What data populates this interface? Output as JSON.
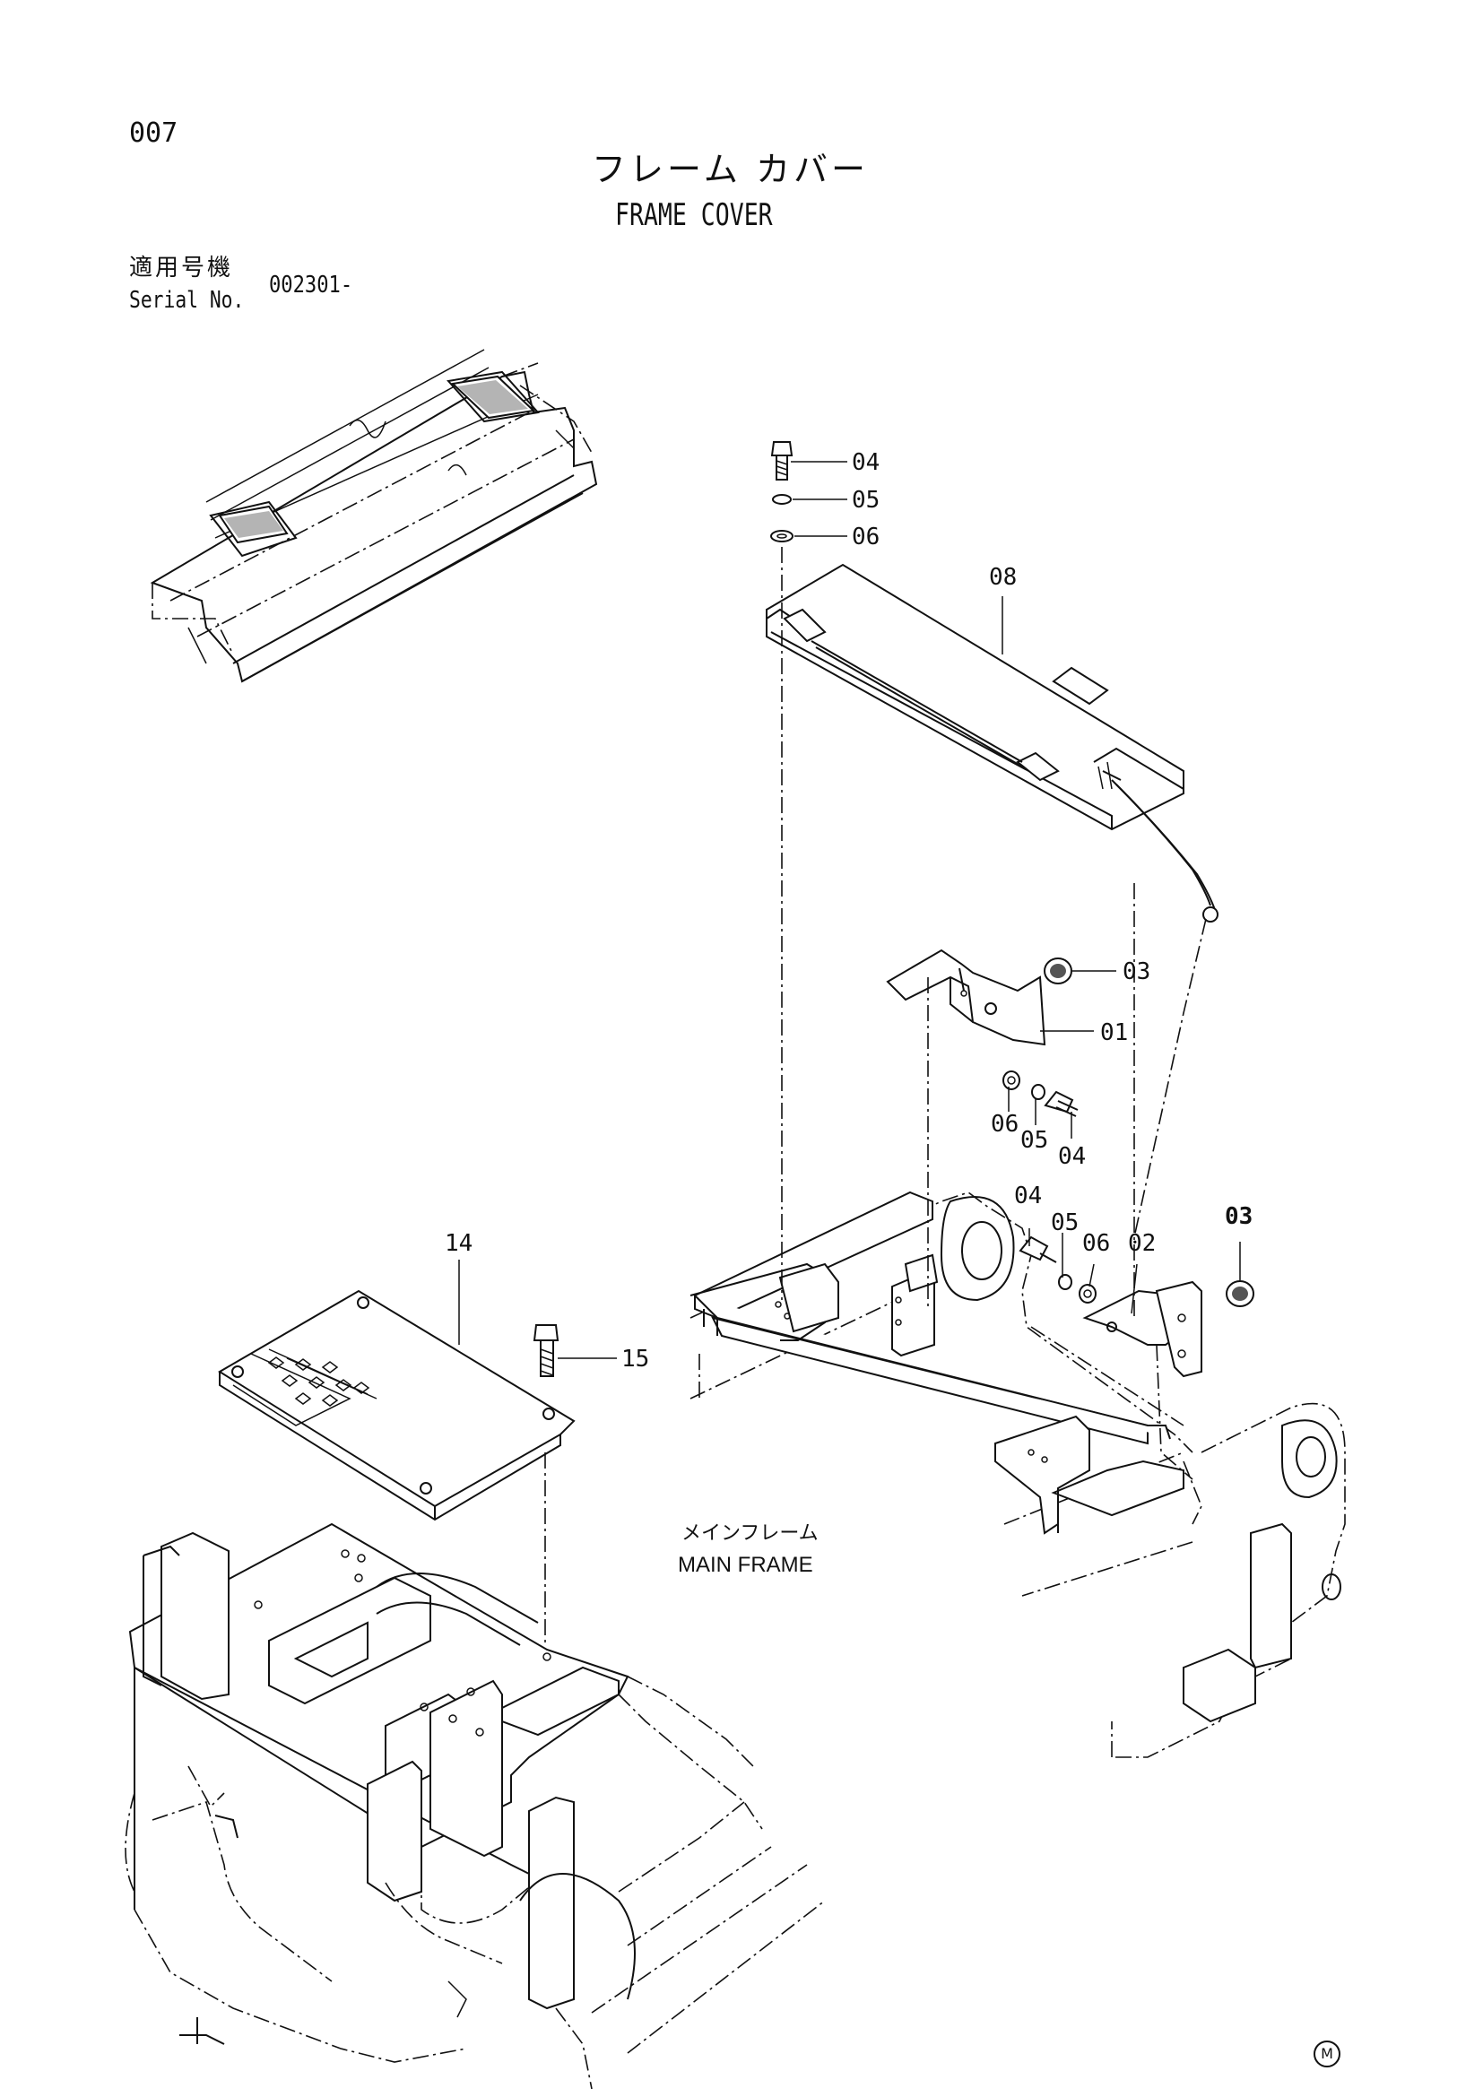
{
  "header": {
    "page_number": "007",
    "title_jp": "フレーム カバー",
    "title_en": "FRAME COVER",
    "serial_label_jp": "適用号機",
    "serial_label_en": "Serial No.",
    "serial_value": "002301-"
  },
  "callouts": {
    "c01": "01",
    "c02": "02",
    "c03a": "03",
    "c03b": "03",
    "c04a": "04",
    "c04b": "04",
    "c04c": "04",
    "c05a": "05",
    "c05b": "05",
    "c05c": "05",
    "c06a": "06",
    "c06b": "06",
    "c06c": "06",
    "c08": "08",
    "c14": "14",
    "c15": "15"
  },
  "frame_label": {
    "jp": "メインフレーム",
    "en": "MAIN FRAME"
  },
  "footer": {
    "mark": "M"
  }
}
